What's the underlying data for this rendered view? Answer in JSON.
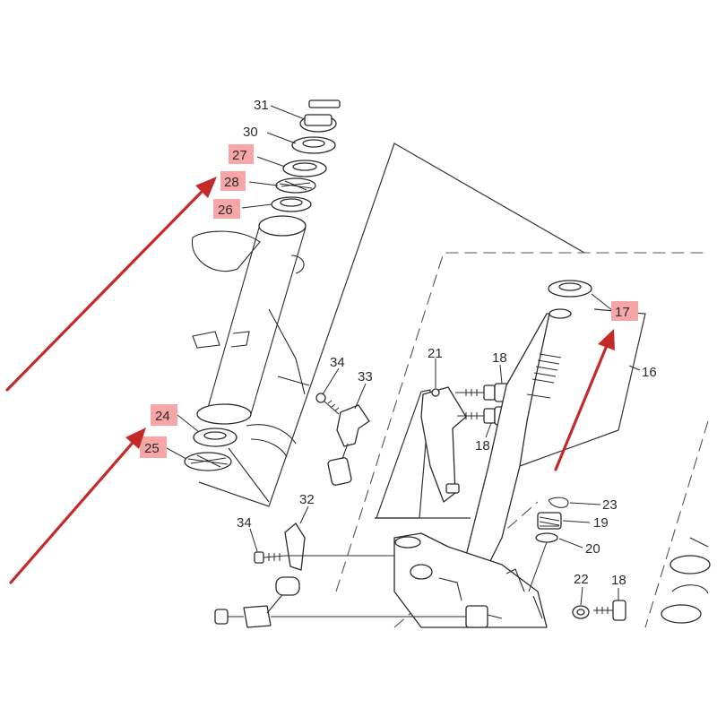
{
  "callouts": {
    "c31": "31",
    "c30": "30",
    "c27": "27",
    "c28": "28",
    "c26": "26",
    "c24": "24",
    "c25": "25",
    "c34a": "34",
    "c33": "33",
    "c21": "21",
    "c18a": "18",
    "c18b": "18",
    "c17": "17",
    "c16": "16",
    "c32": "32",
    "c34b": "34",
    "c23": "23",
    "c19": "19",
    "c20": "20",
    "c22": "22",
    "c18c": "18"
  },
  "colors": {
    "highlight": "#f6a6a6",
    "arrow": "#c42a2a",
    "line": "#2b2b2b"
  }
}
